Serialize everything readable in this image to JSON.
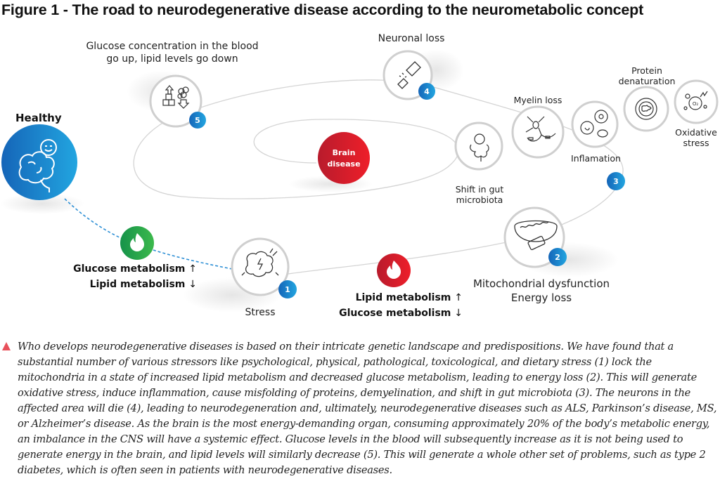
{
  "figure": {
    "title": "Figure 1 - The road to neurodegenerative disease according to the neurometabolic concept"
  },
  "diagram": {
    "center": {
      "line1": "Brain",
      "line2": "disease",
      "color": "#d91c2a"
    },
    "healthy": {
      "label": "Healthy",
      "color": "#1e88d4"
    },
    "healthy_metabolism": {
      "line1": "Glucose metabolism",
      "arrow1": "↑",
      "line2": "Lipid metabolism",
      "arrow2": "↓",
      "icon_color": "#2aa84a"
    },
    "disease_metabolism": {
      "line1": "Lipid metabolism",
      "arrow1": "↑",
      "line2": "Glucose metabolism",
      "arrow2": "↓",
      "icon_color": "#d91c2a"
    },
    "stages": [
      {
        "number": "1",
        "label": "Stress",
        "icon": "stress-icon"
      },
      {
        "number": "2",
        "label_line1": "Mitochondrial dysfunction",
        "label_line2": "Energy loss",
        "icon": "mitochondria-battery-icon"
      },
      {
        "number": "3",
        "icon": "cluster"
      },
      {
        "number": "4",
        "label": "Neuronal loss",
        "icon": "broken-neuron-icon"
      },
      {
        "number": "5",
        "label_line1": "Glucose concentration in the blood",
        "label_line2": "go up, lipid levels go down",
        "icon": "glucose-lipid-icon"
      }
    ],
    "stage3_items": [
      {
        "label_line1": "Shift in gut",
        "label_line2": "microbiota",
        "icon": "intestine-icon"
      },
      {
        "label": "Myelin loss",
        "icon": "neuron-myelin-icon"
      },
      {
        "label": "Inflamation",
        "icon": "immune-cells-icon"
      },
      {
        "label_line1": "Protein",
        "label_line2": "denaturation",
        "icon": "protein-icon"
      },
      {
        "label_line1": "Oxidative",
        "label_line2": "stress",
        "icon": "oxygen-radical-icon",
        "symbol": "O₂"
      }
    ],
    "badge_color": "#1a7fcc"
  },
  "caption": {
    "text": "Who develops neurodegenerative diseases is based on their intricate genetic landscape and predispositions. We have found that a substantial number of various stressors like psychological, physical, pathological, toxicological, and dietary stress (1) lock the mitochondria in a state of increased lipid metabolism and decreased glucose metabolism, leading to energy loss (2). This will generate oxidative stress, induce inflammation, cause misfolding of proteins, demyelination, and shift in gut microbiota (3). The neurons in the affected area will die (4), leading to neurodegeneration and, ultimately, neurodegenerative diseases such as ALS, Parkinson’s disease, MS, or Alzheimer’s disease. As the brain is the most energy-demanding organ, consuming approximately 20% of the body’s metabolic energy, an imbalance in the CNS will have a systemic effect. Glucose levels in the blood will subsequently increase as it is not being used to generate energy in the brain, and lipid levels will similarly decrease (5). This will generate a whole other set of problems, such as type 2 diabetes, which is often seen in patients with neurodegenerative diseases.",
    "marker_color": "#e8505b"
  }
}
